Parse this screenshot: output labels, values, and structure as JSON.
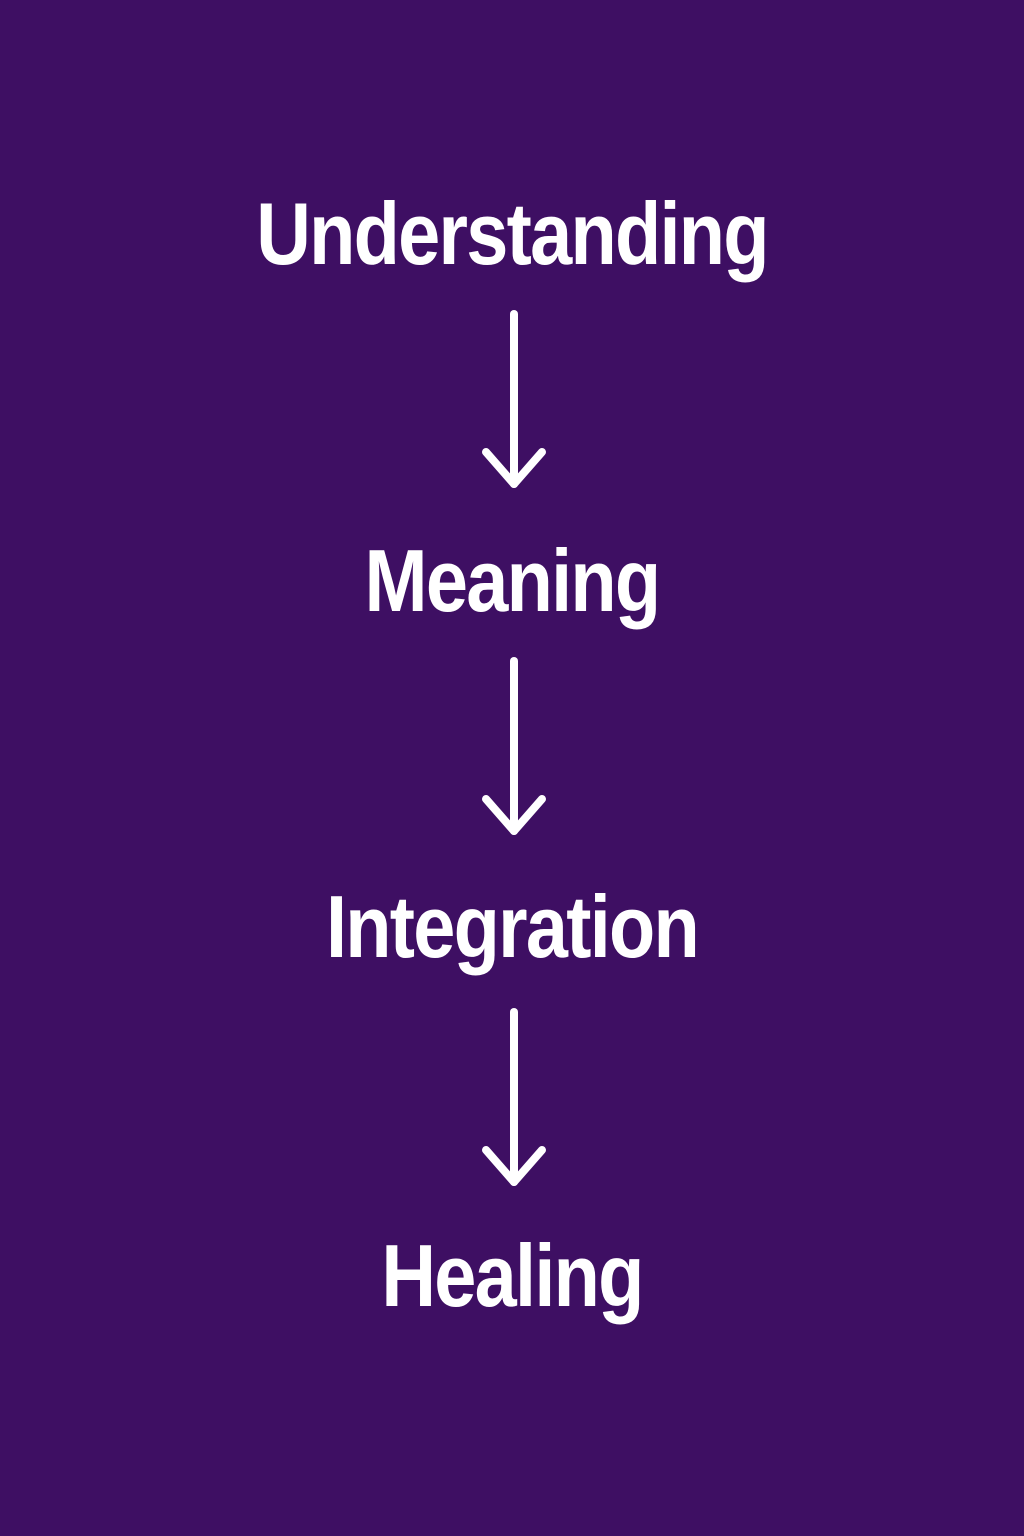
{
  "diagram": {
    "background_color": "#3e0f63",
    "text_color": "#ffffff",
    "arrow_icon": "arrow-down-icon",
    "steps": [
      {
        "label": "Understanding"
      },
      {
        "label": "Meaning"
      },
      {
        "label": "Integration"
      },
      {
        "label": "Healing"
      }
    ]
  }
}
